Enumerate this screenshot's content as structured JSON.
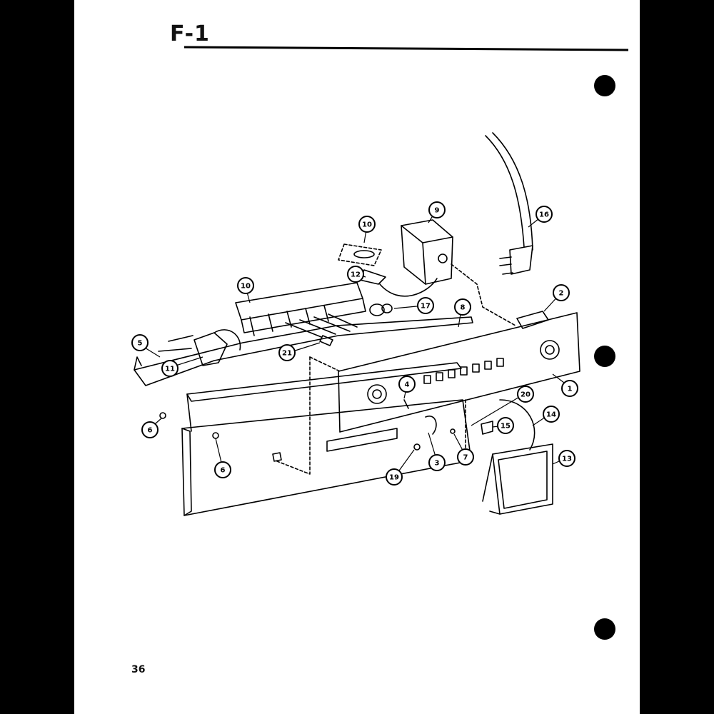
{
  "page": {
    "title": "F-1",
    "page_number": "36"
  },
  "callouts": [
    {
      "id": "c1",
      "label": "1"
    },
    {
      "id": "c2",
      "label": "2"
    },
    {
      "id": "c3",
      "label": "3"
    },
    {
      "id": "c4",
      "label": "4"
    },
    {
      "id": "c5",
      "label": "5"
    },
    {
      "id": "c6a",
      "label": "6"
    },
    {
      "id": "c6b",
      "label": "6"
    },
    {
      "id": "c7",
      "label": "7"
    },
    {
      "id": "c8",
      "label": "8"
    },
    {
      "id": "c9",
      "label": "9"
    },
    {
      "id": "c10a",
      "label": "10"
    },
    {
      "id": "c10b",
      "label": "10"
    },
    {
      "id": "c11",
      "label": "11"
    },
    {
      "id": "c12",
      "label": "12"
    },
    {
      "id": "c13",
      "label": "13"
    },
    {
      "id": "c14",
      "label": "14"
    },
    {
      "id": "c15",
      "label": "15"
    },
    {
      "id": "c16",
      "label": "16"
    },
    {
      "id": "c17",
      "label": "17"
    },
    {
      "id": "c19",
      "label": "19"
    },
    {
      "id": "c20",
      "label": "20"
    },
    {
      "id": "c21",
      "label": "21"
    }
  ]
}
